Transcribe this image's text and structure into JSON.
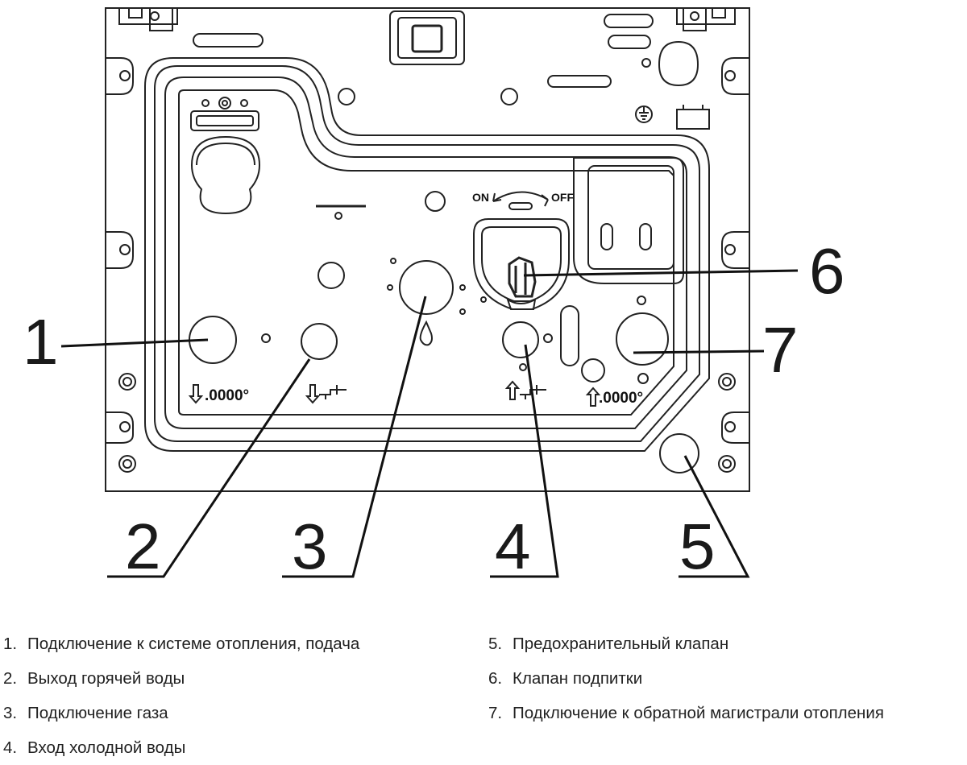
{
  "diagram": {
    "valve_labels": {
      "on": "ON",
      "off": "OFF"
    },
    "temp_label": ".0000°",
    "callouts": [
      "1",
      "2",
      "3",
      "4",
      "5",
      "6",
      "7"
    ]
  },
  "legend": {
    "items": [
      {
        "num": "1.",
        "text": "Подключение к системе отопления, подача"
      },
      {
        "num": "2.",
        "text": "Выход горячей воды"
      },
      {
        "num": "3.",
        "text": "Подключение газа"
      },
      {
        "num": "4.",
        "text": "Вход холодной воды"
      },
      {
        "num": "5.",
        "text": "Предохранительный клапан"
      },
      {
        "num": "6.",
        "text": "Клапан подпитки"
      },
      {
        "num": "7.",
        "text": "Подключение к обратной магистрали отопления"
      }
    ]
  }
}
